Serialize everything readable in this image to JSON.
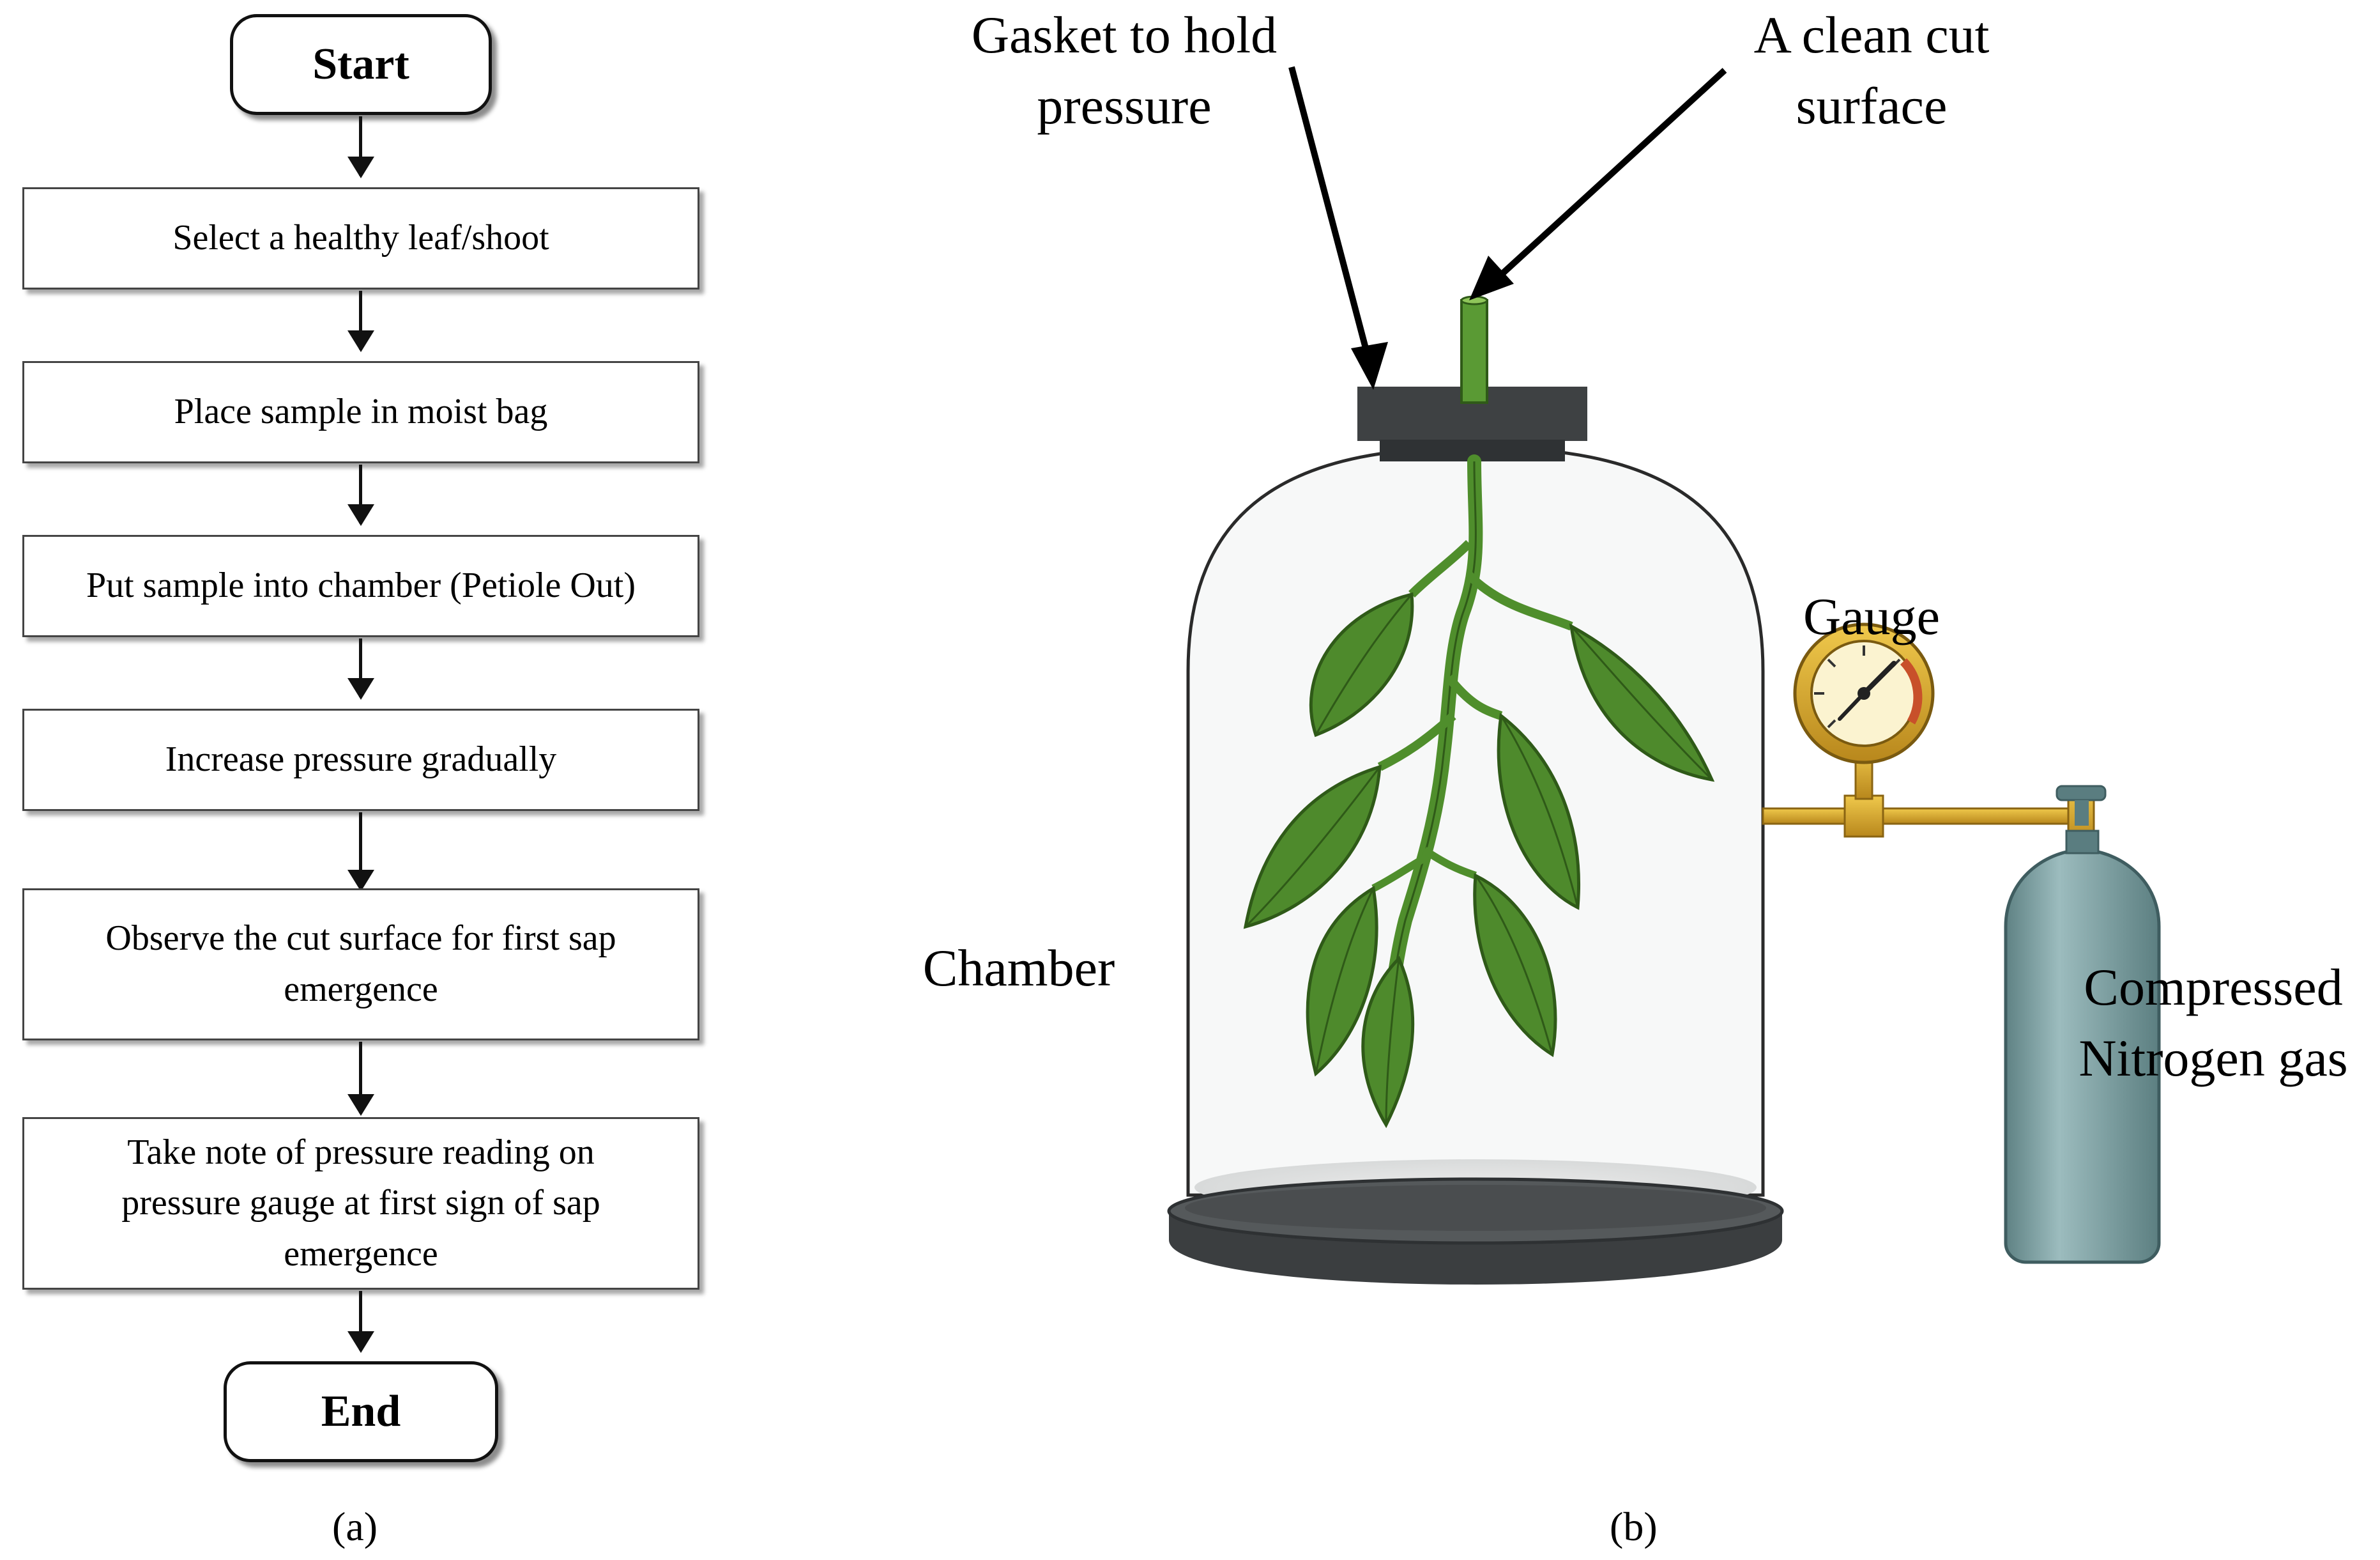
{
  "flowchart": {
    "start": "Start",
    "end": "End",
    "steps": [
      {
        "lines": [
          "Select a healthy leaf/shoot"
        ]
      },
      {
        "lines": [
          "Place sample in moist bag"
        ]
      },
      {
        "lines": [
          "Put sample into chamber (Petiole Out)"
        ]
      },
      {
        "lines": [
          "Increase pressure gradually"
        ]
      },
      {
        "lines": [
          "Observe the cut surface for first sap",
          "emergence"
        ]
      },
      {
        "lines": [
          "Take note of pressure reading on",
          "pressure gauge at first sign of sap",
          "emergence"
        ]
      }
    ],
    "caption": "(a)"
  },
  "apparatus": {
    "labels": {
      "gasket": [
        "Gasket to hold",
        "pressure"
      ],
      "cut_surface": [
        "A clean cut",
        "surface"
      ],
      "gauge": "Gauge",
      "chamber": "Chamber",
      "cylinder": [
        "Compressed",
        "Nitrogen gas"
      ]
    },
    "caption": "(b)"
  },
  "colors": {
    "leaf": "#4e8a2c",
    "leaf_dark": "#2f5a18",
    "stem": "#5a9a34",
    "gasket": "#3e4143",
    "base": "#3e4143",
    "cylinder": "#7a9c9e",
    "brass": "#d4a42a"
  }
}
